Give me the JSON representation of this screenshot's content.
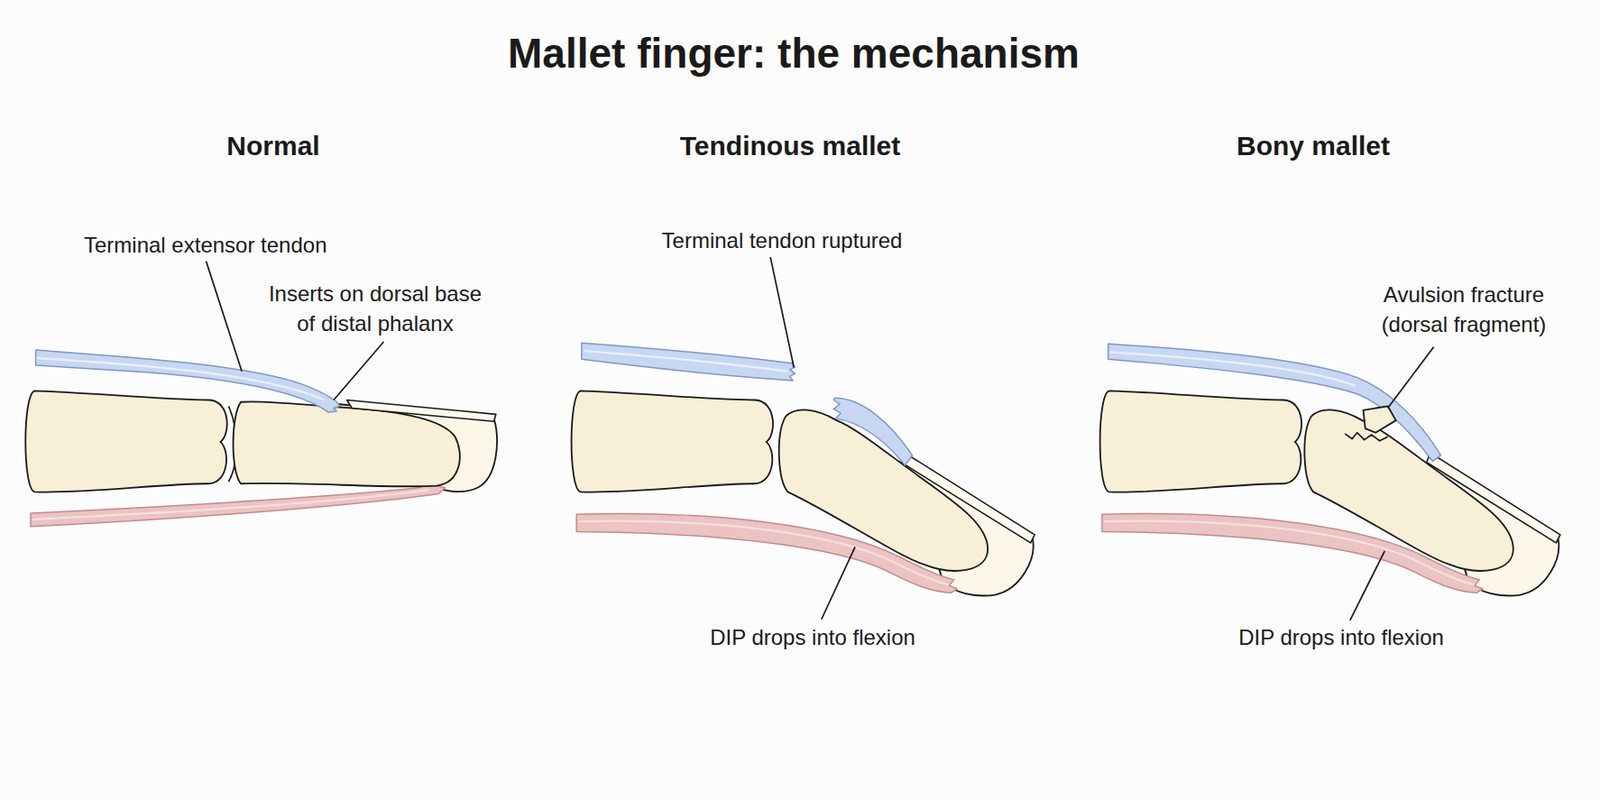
{
  "diagram": {
    "title": "Mallet finger: the mechanism",
    "labels": [
      "Normal",
      "Tendinous mallet",
      "Bony mallet",
      "Terminal extensor tendon",
      "Inserts on dorsal base of distal phalanx",
      "Terminal tendon ruptured",
      "Avulsion fracture (dorsal fragment)",
      "DIP drops into flexion",
      "DIP drops into flexion"
    ]
  }
}
